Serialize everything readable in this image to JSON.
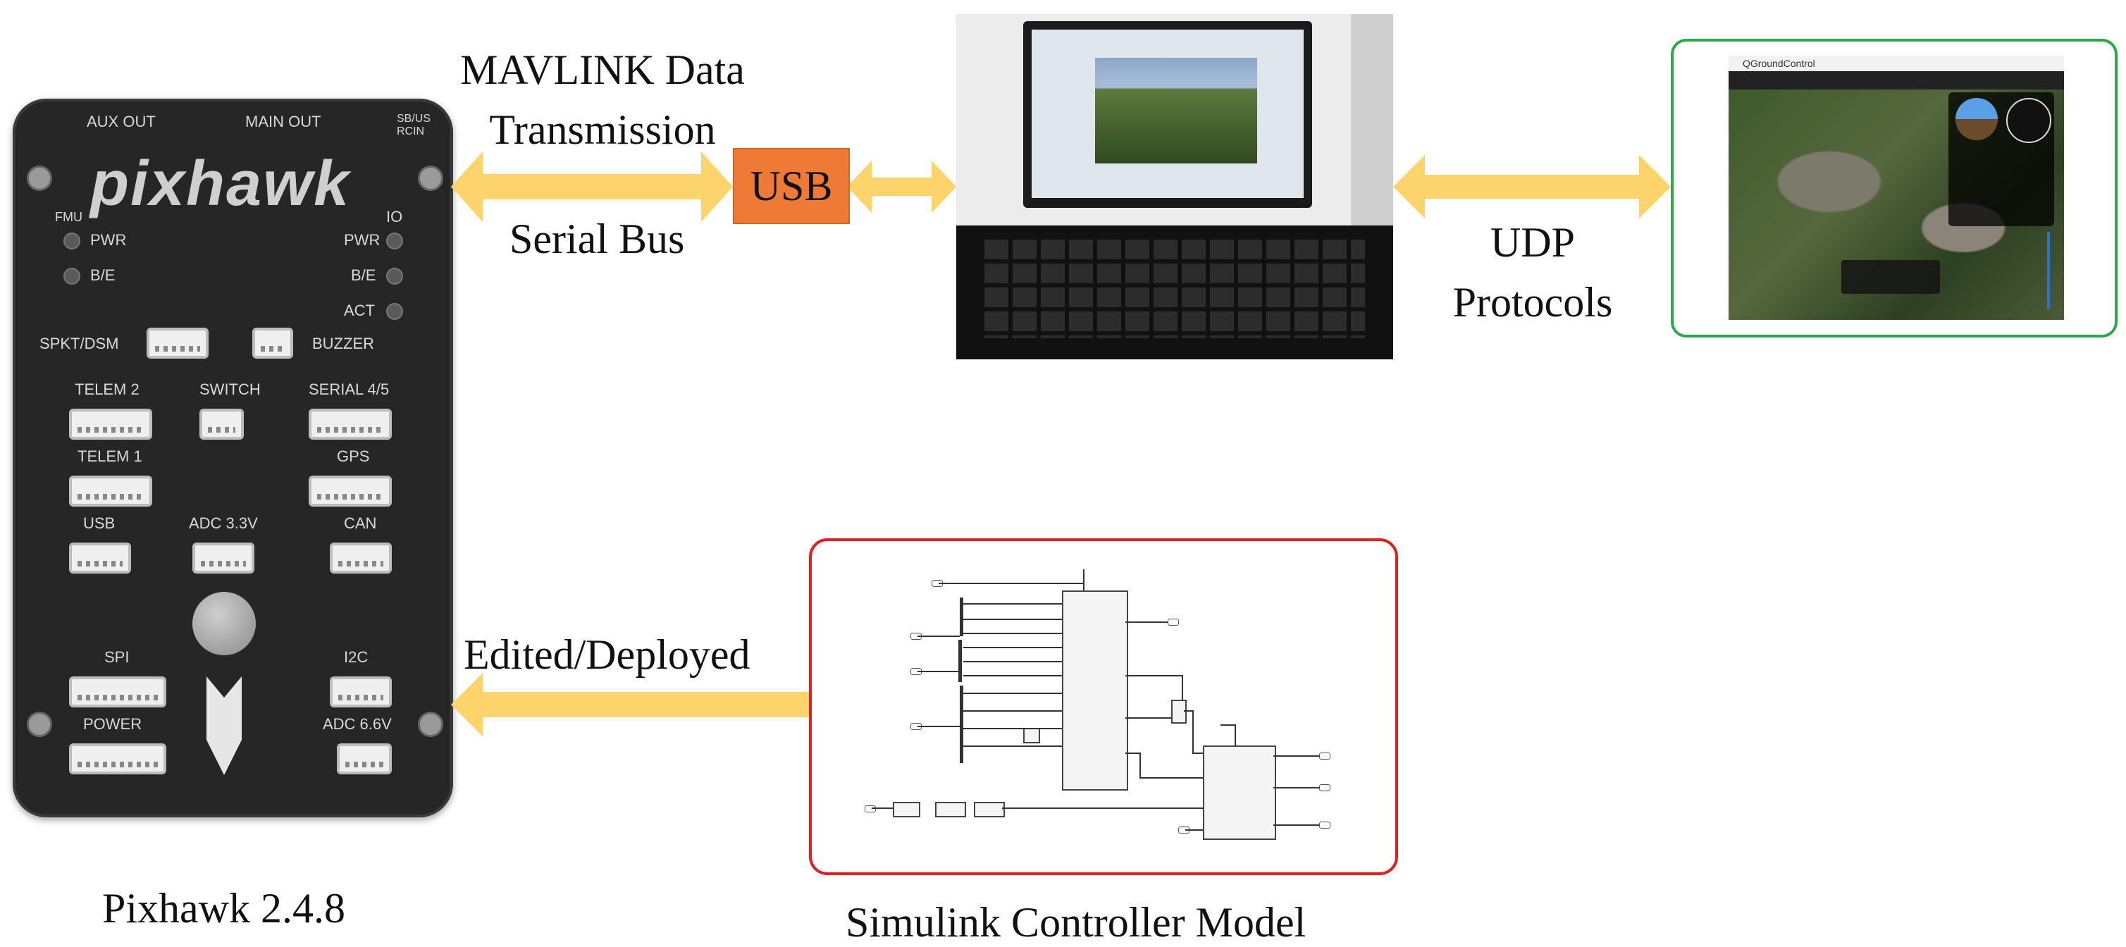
{
  "pixhawk": {
    "caption": "Pixhawk 2.4.8",
    "logo": "pixhawk",
    "labels": {
      "aux_out": "AUX OUT",
      "main_out": "MAIN OUT",
      "sbus": "SB/US RCIN",
      "fmu": "FMU",
      "io": "IO",
      "pwr_left": "PWR",
      "be_left": "B/E",
      "pwr_right": "PWR",
      "be_right": "B/E",
      "act": "ACT",
      "spkt": "SPKT/DSM",
      "buzzer": "BUZZER",
      "telem2": "TELEM 2",
      "switch": "SWITCH",
      "serial45": "SERIAL 4/5",
      "telem1": "TELEM 1",
      "gps": "GPS",
      "usb": "USB",
      "adc33": "ADC 3.3V",
      "can": "CAN",
      "spi": "SPI",
      "i2c": "I2C",
      "power": "POWER",
      "adc66": "ADC 6.6V"
    }
  },
  "links": {
    "mavlink_line1": "MAVLINK Data",
    "mavlink_line2": "Transmission",
    "serial_bus": "Serial Bus",
    "usb": "USB",
    "udp_line1": "UDP",
    "udp_line2": "Protocols",
    "edited_deployed": "Edited/Deployed"
  },
  "qgc": {
    "window_title": "QGroundControl"
  },
  "simulink": {
    "caption": "Simulink Controller Model"
  },
  "colors": {
    "arrow": "#fdd46b",
    "usb_box": "#ee7a35",
    "qgc_border": "#2aa84a",
    "simulink_border": "#e02020"
  }
}
